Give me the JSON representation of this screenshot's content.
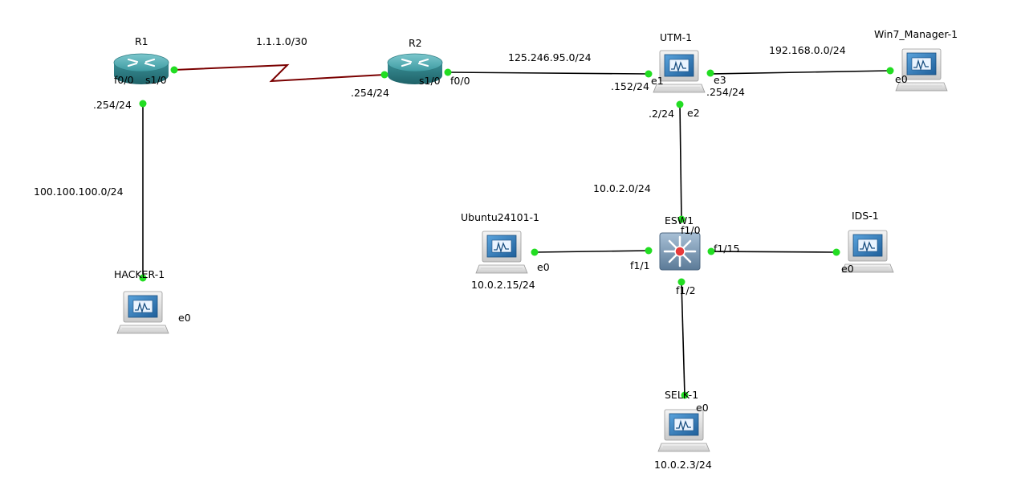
{
  "nodes": {
    "r1": {
      "name": "R1",
      "type": "router"
    },
    "r2": {
      "name": "R2",
      "type": "router"
    },
    "utm": {
      "name": "UTM-1",
      "type": "host"
    },
    "win7": {
      "name": "Win7_Manager-1",
      "type": "host"
    },
    "hacker": {
      "name": "HACKER-1",
      "type": "host"
    },
    "ubuntu": {
      "name": "Ubuntu24101-1",
      "type": "host"
    },
    "esw": {
      "name": "ESW1",
      "type": "switch"
    },
    "ids": {
      "name": "IDS-1",
      "type": "host"
    },
    "selk": {
      "name": "SELK-1",
      "type": "host"
    }
  },
  "networks": {
    "r1_r2": "1.1.1.0/30",
    "r2_utm": "125.246.95.0/24",
    "utm_win7": "192.168.0.0/24",
    "r1_hacker": "100.100.100.0/24",
    "utm_esw": "10.0.2.0/24"
  },
  "interfaces": {
    "r1_f00": "f0/0",
    "r1_s10": "s1/0",
    "r1_addr": ".254/24",
    "r2_addr": ".254/24",
    "r2_s10": "s1/0",
    "r2_f00": "f0/0",
    "utm_e1": "e1",
    "utm_e1_addr": ".152/24",
    "utm_e3": "e3",
    "utm_e3_addr": ".254/24",
    "utm_e2_addr": ".2/24",
    "utm_e2": "e2",
    "win7_e0": "e0",
    "hacker_e0": "e0",
    "esw_f10": "f1/0",
    "esw_f11": "f1/1",
    "esw_f115": "f1/15",
    "esw_f12": "f1/2",
    "ubuntu_e0": "e0",
    "ubuntu_addr": "10.0.2.15/24",
    "ids_e0": "e0",
    "selk_e0": "e0",
    "selk_addr": "10.0.2.3/24"
  },
  "colors": {
    "ethernet_link": "#000000",
    "serial_link": "#7a0000",
    "port_up": "#22dd22",
    "router_body": "#3a8f96",
    "switch_body": "#7f9bb3",
    "monitor_screen": "#2f79b7"
  }
}
